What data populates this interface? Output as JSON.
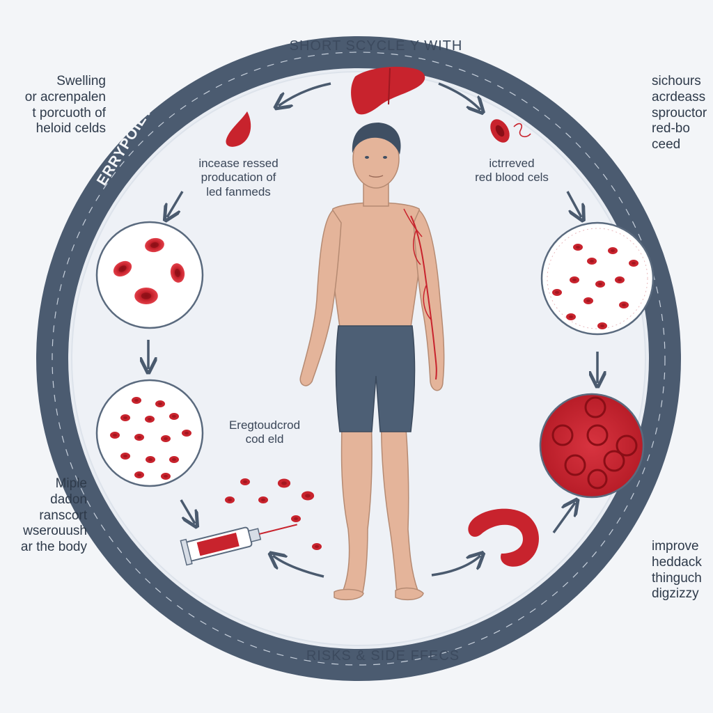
{
  "ring": {
    "top_label": "SHORT SCYCLE Y WITH",
    "bottom_label": "RISKS  &  SIDE FFECS",
    "arc_label": "ERRYPOIETIN"
  },
  "side_text": {
    "top_left": "Swelling\nor acrenpalen\nt porcuoth of\nheloid celds",
    "top_right": "sichours\nacrdeass\nsprouctor\nred-bo\nceed",
    "bottom_left": "Miple\ndadon\nranscort\nwserouush\nar the body",
    "bottom_right": "improve\nheddack\nthinguch\ndigzizzy"
  },
  "inner_text": {
    "left_top": "incease ressed\nproducation of\nled fanmeds",
    "right_top": "ictrreved\nred blood cels",
    "left_bottom": "Eregtoudcrod\ncod eld"
  },
  "colors": {
    "ring": "#4b5b70",
    "blood": "#c8232d",
    "blood_light": "#e2404a",
    "arrow": "#4a5a6e",
    "skin": "#e4b49a",
    "shorts": "#4d5f75",
    "hair": "#3f4f63"
  }
}
